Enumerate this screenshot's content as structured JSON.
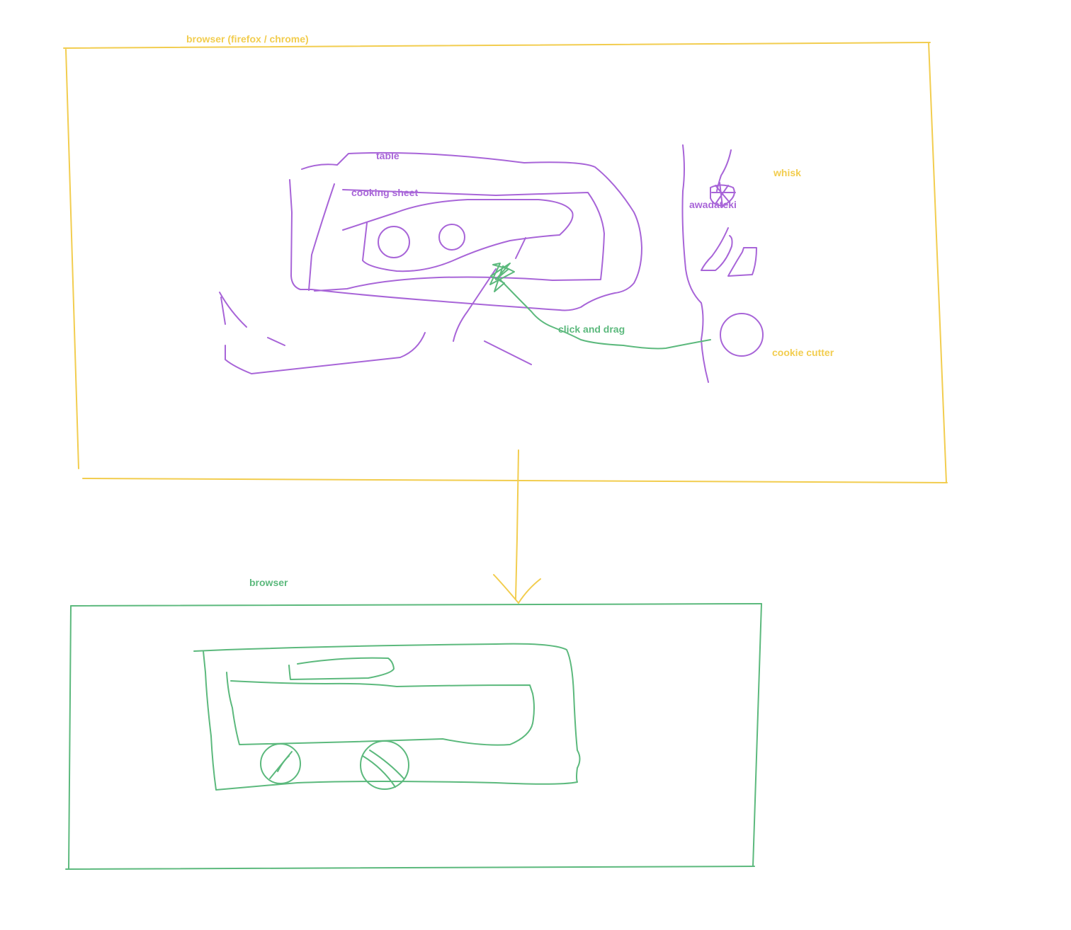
{
  "colors": {
    "yellow": "#f2cd4f",
    "purple": "#a865d8",
    "green": "#5cb97d"
  },
  "sketch": {
    "top_frame": {
      "title": "browser (firefox / chrome)",
      "items": {
        "table": "table",
        "cooking_sheet": "cooking sheet",
        "whisk_jp": "awadateki",
        "whisk": "whisk",
        "action": "click and drag",
        "cookie_cutter": "cookie cutter"
      }
    },
    "bottom_frame": {
      "title": "browser"
    }
  }
}
